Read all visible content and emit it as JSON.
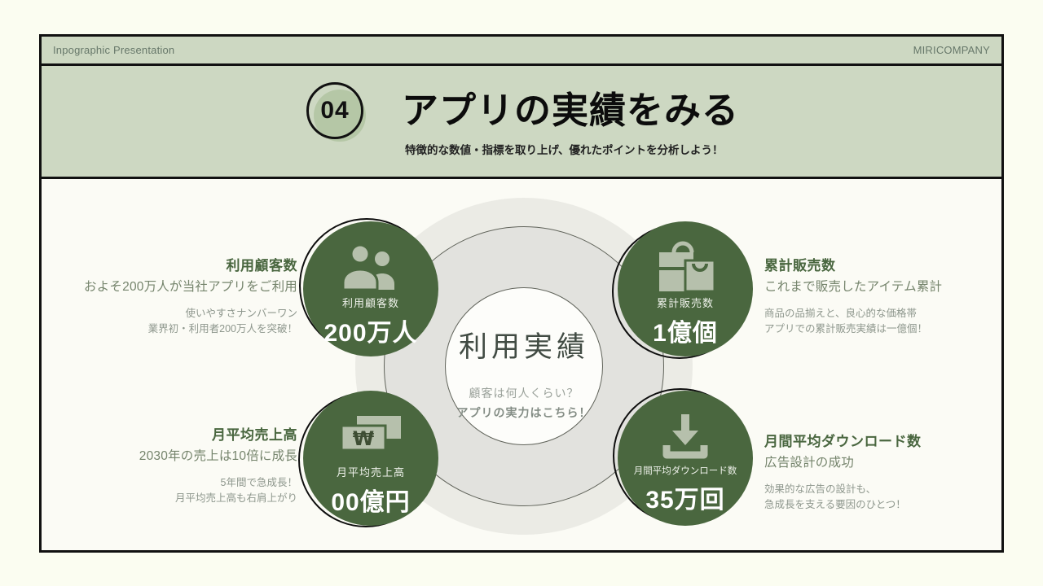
{
  "header": {
    "left": "Inpographic Presentation",
    "right": "MIRICOMPANY"
  },
  "title": {
    "badge": "04",
    "heading": "アプリの実績をみる",
    "subtitle": "特徴的な数値・指標を取り上げ、優れたポイントを分析しよう！"
  },
  "center": {
    "title": "利用実績",
    "line1": "顧客は何人くらい？",
    "line2": "アプリの実力はこちら！"
  },
  "stats": [
    {
      "id": "customers",
      "icon": "people-icon",
      "label": "利用顧客数",
      "value": "200万人",
      "heading": "利用顧客数",
      "sub": "およそ200万人が当社アプリをご利用",
      "notes": [
        "使いやすさナンバーワン",
        "業界初・利用者200万人を突破！"
      ]
    },
    {
      "id": "total-sales",
      "icon": "shopping-bags-icon",
      "label": "累計販売数",
      "value": "1億個",
      "heading": "累計販売数",
      "sub": "これまで販売したアイテム累計",
      "notes": [
        "商品の品揃えと、良心的な価格帯",
        "アプリでの累計販売実績は一億個！"
      ]
    },
    {
      "id": "monthly-revenue",
      "icon": "banknotes-icon",
      "label": "月平均売上高",
      "value": "00億円",
      "heading": "月平均売上高",
      "sub": "2030年の売上は10倍に成長",
      "notes": [
        "5年間で急成長！",
        "月平均売上高も右肩上がり"
      ]
    },
    {
      "id": "monthly-downloads",
      "icon": "download-icon",
      "label": "月間平均ダウンロード数",
      "value": "35万回",
      "heading": "月間平均ダウンロード数",
      "sub": "広告設計の成功",
      "notes": [
        "効果的な広告の設計も、",
        "急成長を支える要因のひとつ！"
      ]
    }
  ],
  "colors": {
    "accent_green": "#4a673f",
    "band_sage": "#cdd8c2",
    "icon_sage": "#b6c0ac",
    "page_bg": "#fbfdf1"
  }
}
